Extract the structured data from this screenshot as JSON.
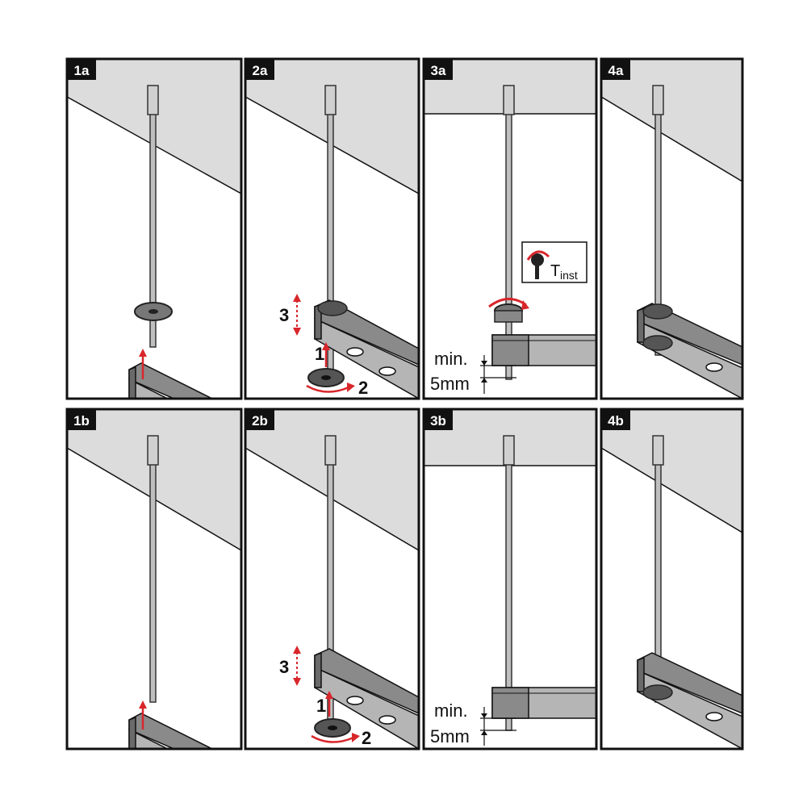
{
  "panels": [
    {
      "id": "1a",
      "label": "1a"
    },
    {
      "id": "2a",
      "label": "2a"
    },
    {
      "id": "3a",
      "label": "3a"
    },
    {
      "id": "4a",
      "label": "4a"
    },
    {
      "id": "1b",
      "label": "1b"
    },
    {
      "id": "2b",
      "label": "2b"
    },
    {
      "id": "3b",
      "label": "3b"
    },
    {
      "id": "4b",
      "label": "4b"
    }
  ],
  "steps": {
    "one": "1",
    "two": "2",
    "three": "3"
  },
  "dimension": {
    "min_label": "min.",
    "value_label": "5mm"
  },
  "torque": {
    "symbol": "T",
    "subscript": "inst"
  },
  "colors": {
    "accent": "#d8262b",
    "wall": "#dcdcdc",
    "frame": "#111111"
  }
}
